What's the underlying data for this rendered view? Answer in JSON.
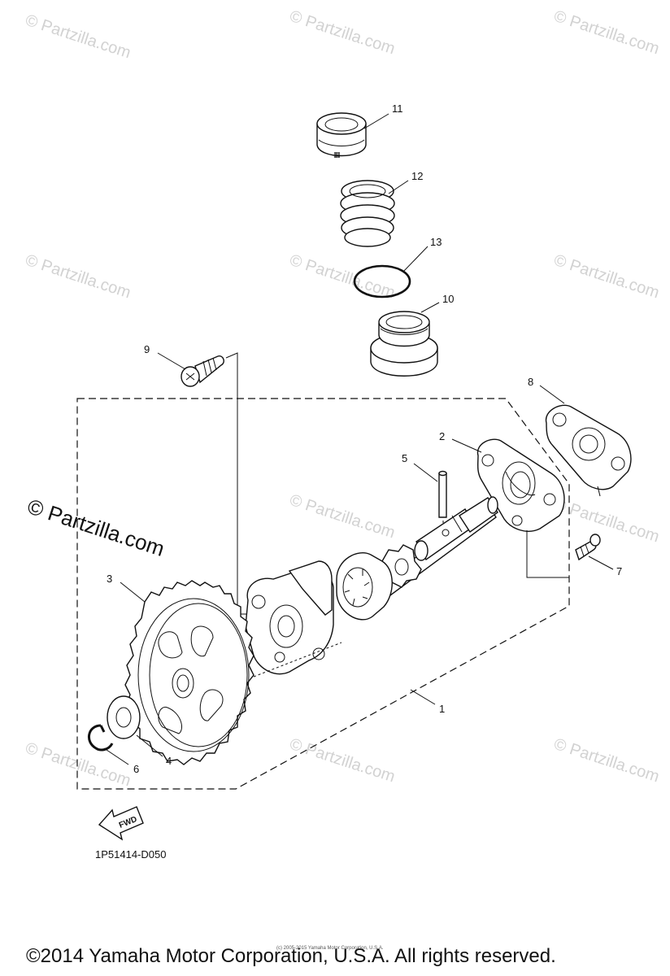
{
  "watermark": {
    "text": "© Partzilla.com",
    "highlight_text": "© Partzilla.com"
  },
  "callouts": {
    "c1": "1",
    "c2": "2",
    "c3": "3",
    "c4": "4",
    "c5": "5",
    "c6": "6",
    "c7": "7",
    "c8": "8",
    "c9": "9",
    "c10": "10",
    "c11": "11",
    "c12": "12",
    "c13": "13"
  },
  "fwd_label": "FWD",
  "diagram_code": "1P51414-D050",
  "copyright": "©2014 Yamaha Motor Corporation, U.S.A. All rights reserved.",
  "tiny_copyright": "(c) 2005-2015 Yamaha Motor Corporation, U.S.A."
}
